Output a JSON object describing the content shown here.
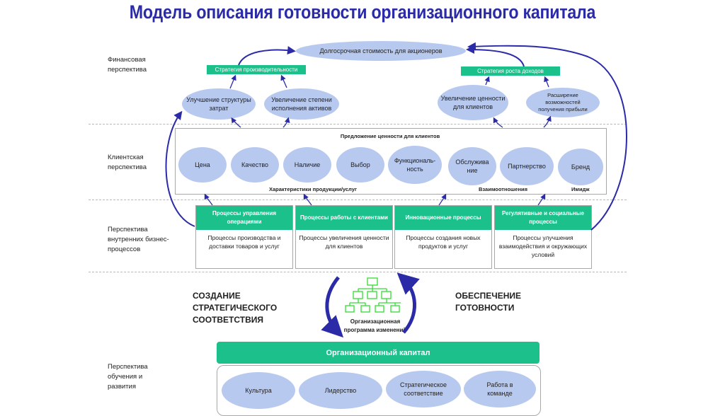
{
  "title": "Модель описания готовности организационного капитала",
  "perspectives": {
    "financial": "Финансовая перспектива",
    "customer": "Клиентская перспектива",
    "internal": "Перспектива внутренних бизнес-процессов",
    "learning": "Перспектива обучения и развития"
  },
  "financial": {
    "top_goal": "Долгосрочная стоимость для акционеров",
    "strategy_productivity": "Стратегия производительности",
    "strategy_growth": "Стратегия роста доходов",
    "goals": [
      "Улучшение структуры затрат",
      "Увеличение степени исполнения активов",
      "Увеличение ценности для клиентов",
      "Расширение возможностей получения прибыли"
    ]
  },
  "customer": {
    "header": "Предложение ценности для клиентов",
    "attributes": [
      "Цена",
      "Качество",
      "Наличие",
      "Выбор",
      "Функциональ-ность",
      "Обслужива ние",
      "Партнерство",
      "Бренд"
    ],
    "groups": {
      "product": "Характеристики продукции/услуг",
      "relationship": "Взаимоотношения",
      "image": "Имидж"
    }
  },
  "processes": [
    {
      "title": "Процессы управления операциями",
      "body": "Процессы производства и доставки товаров и услуг"
    },
    {
      "title": "Процессы работы с клиентами",
      "body": "Процессы увеличения ценности для клиентов"
    },
    {
      "title": "Инновационные процессы",
      "body": "Процессы создания новых продуктов и услуг"
    },
    {
      "title": "Регулятивные и социальные процессы",
      "body": "Процессы улучшения взаимодействия и окружающих условий"
    }
  ],
  "alignment": {
    "left": "СОЗДАНИЕ СТРАТЕГИЧЕСКОГО СООТВЕТСТВИЯ",
    "right": "ОБЕСПЕЧЕНИЕ ГОТОВНОСТИ",
    "program": "Организационная программа изменений"
  },
  "learning": {
    "header": "Организационный капитал",
    "items": [
      "Культура",
      "Лидерство",
      "Стратегическое соответствие",
      "Работа в команде"
    ]
  },
  "colors": {
    "accent_green": "#1cc08b",
    "ellipse_blue": "#b8c9f0",
    "arrow_navy": "#2b2ba8",
    "title_blue": "#2b2ba8",
    "org_chart_green": "#33dd33"
  }
}
